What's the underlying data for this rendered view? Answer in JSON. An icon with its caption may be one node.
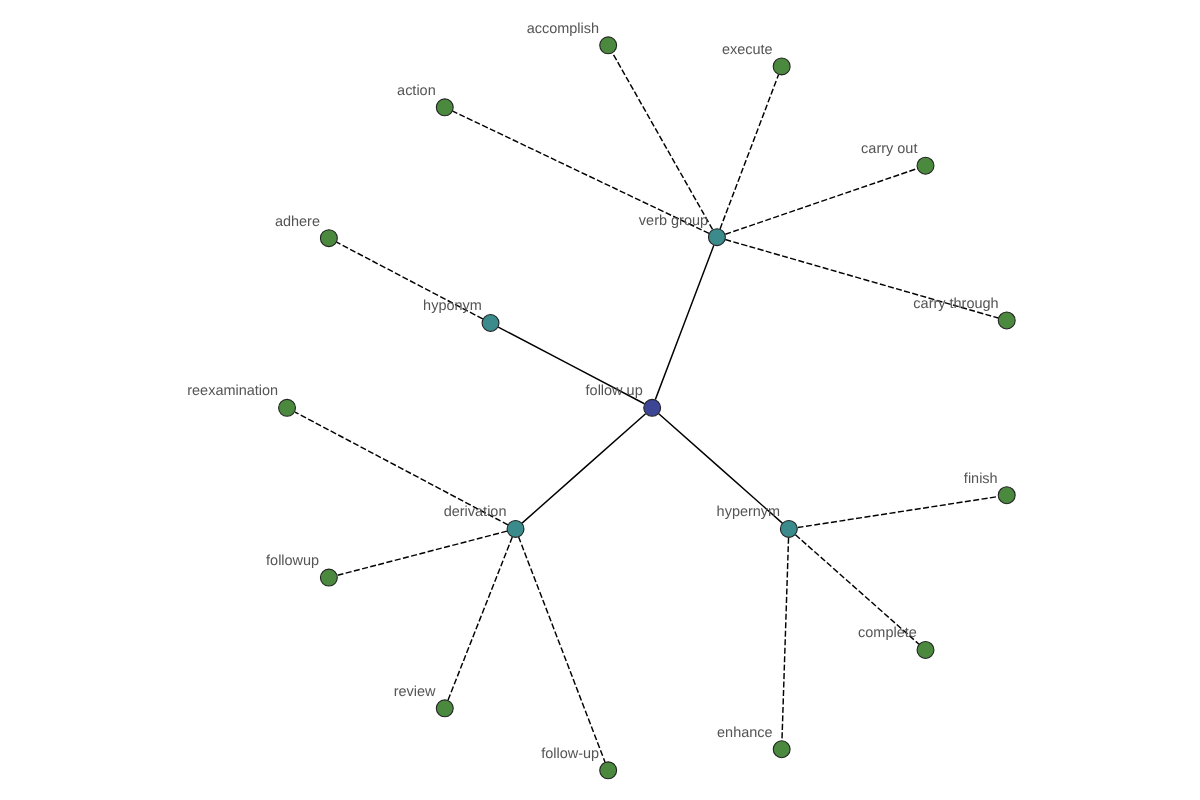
{
  "diagram": {
    "nodes": [
      {
        "text": [
          "follow up"
        ]
      },
      {
        "text": [
          "verb group"
        ]
      },
      {
        "text": [
          "hyponym"
        ]
      },
      {
        "text": [
          "derivation"
        ]
      },
      {
        "text": [
          "hypernym"
        ]
      },
      {
        "text": [
          "carry through"
        ]
      },
      {
        "text": [
          "carry out"
        ]
      },
      {
        "text": [
          "execute"
        ]
      },
      {
        "text": [
          "accomplish"
        ]
      },
      {
        "text": [
          "action"
        ]
      },
      {
        "text": [
          "adhere"
        ]
      },
      {
        "text": [
          "reexamination"
        ]
      },
      {
        "text": [
          "followup"
        ]
      },
      {
        "text": [
          "review"
        ]
      },
      {
        "text": [
          "follow-up"
        ]
      },
      {
        "text": [
          "enhance"
        ]
      },
      {
        "text": [
          "complete"
        ]
      },
      {
        "text": [
          "finish"
        ]
      }
    ],
    "edges": [
      {
        "from": 0,
        "to": 1,
        "arrow": "none"
      },
      {
        "from": 0,
        "to": 2,
        "arrow": "none"
      },
      {
        "from": 0,
        "to": 3,
        "arrow": "none"
      },
      {
        "from": 0,
        "to": 4,
        "arrow": "none"
      },
      {
        "from": 1,
        "to": 5,
        "arrow": "none",
        "style": "dashed"
      },
      {
        "from": 1,
        "to": 6,
        "arrow": "none",
        "style": "dashed"
      },
      {
        "from": 1,
        "to": 7,
        "arrow": "none",
        "style": "dashed"
      },
      {
        "from": 1,
        "to": 8,
        "arrow": "none",
        "style": "dashed"
      },
      {
        "from": 1,
        "to": 9,
        "arrow": "none",
        "style": "dashed"
      },
      {
        "from": 2,
        "to": 10,
        "arrow": "none",
        "style": "dashed"
      },
      {
        "from": 3,
        "to": 11,
        "arrow": "none",
        "style": "dashed"
      },
      {
        "from": 3,
        "to": 12,
        "arrow": "none",
        "style": "dashed"
      },
      {
        "from": 3,
        "to": 13,
        "arrow": "none",
        "style": "dashed"
      },
      {
        "from": 3,
        "to": 14,
        "arrow": "none",
        "style": "dashed"
      },
      {
        "from": 4,
        "to": 15,
        "arrow": "none",
        "style": "dashed"
      },
      {
        "from": 4,
        "to": 16,
        "arrow": "none",
        "style": "dashed"
      },
      {
        "from": 4,
        "to": 17,
        "arrow": "none",
        "style": "dashed"
      }
    ]
  }
}
